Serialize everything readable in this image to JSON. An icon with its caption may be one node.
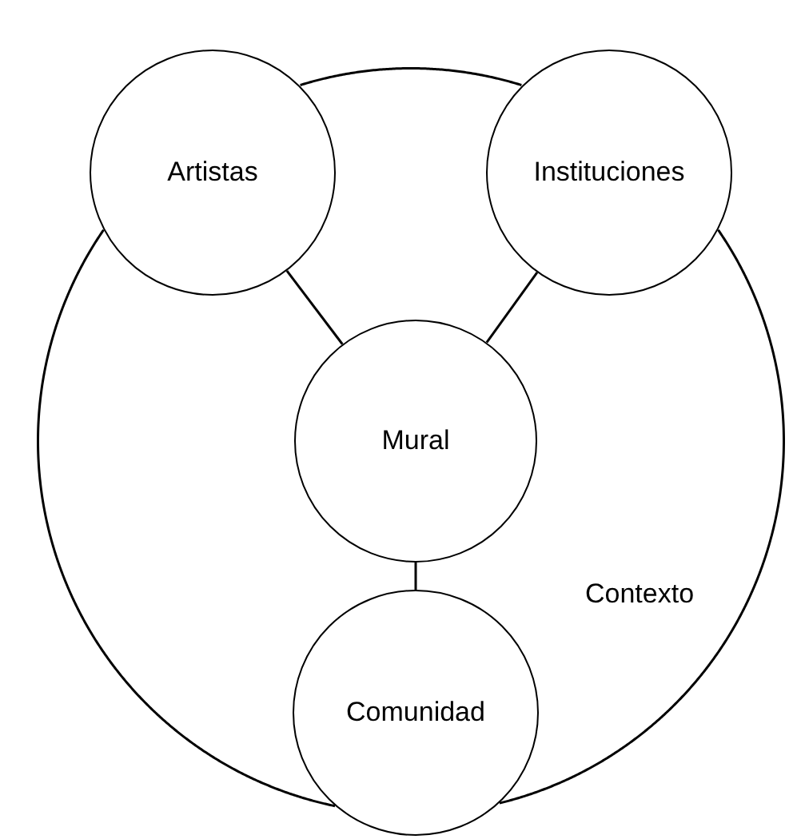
{
  "diagram": {
    "nodes": [
      {
        "text": [
          "Contexto"
        ]
      },
      {
        "text": [
          "Artistas"
        ]
      },
      {
        "text": [
          "Instituciones"
        ]
      },
      {
        "text": [
          "Mural"
        ],
        "in": 0
      },
      {
        "text": [
          "Comunidad"
        ]
      }
    ],
    "edges": [
      {
        "from": 3,
        "to": 1,
        "arrow": "none"
      },
      {
        "from": 3,
        "to": 2,
        "arrow": "none"
      },
      {
        "from": 3,
        "to": 4,
        "arrow": "none"
      }
    ]
  }
}
